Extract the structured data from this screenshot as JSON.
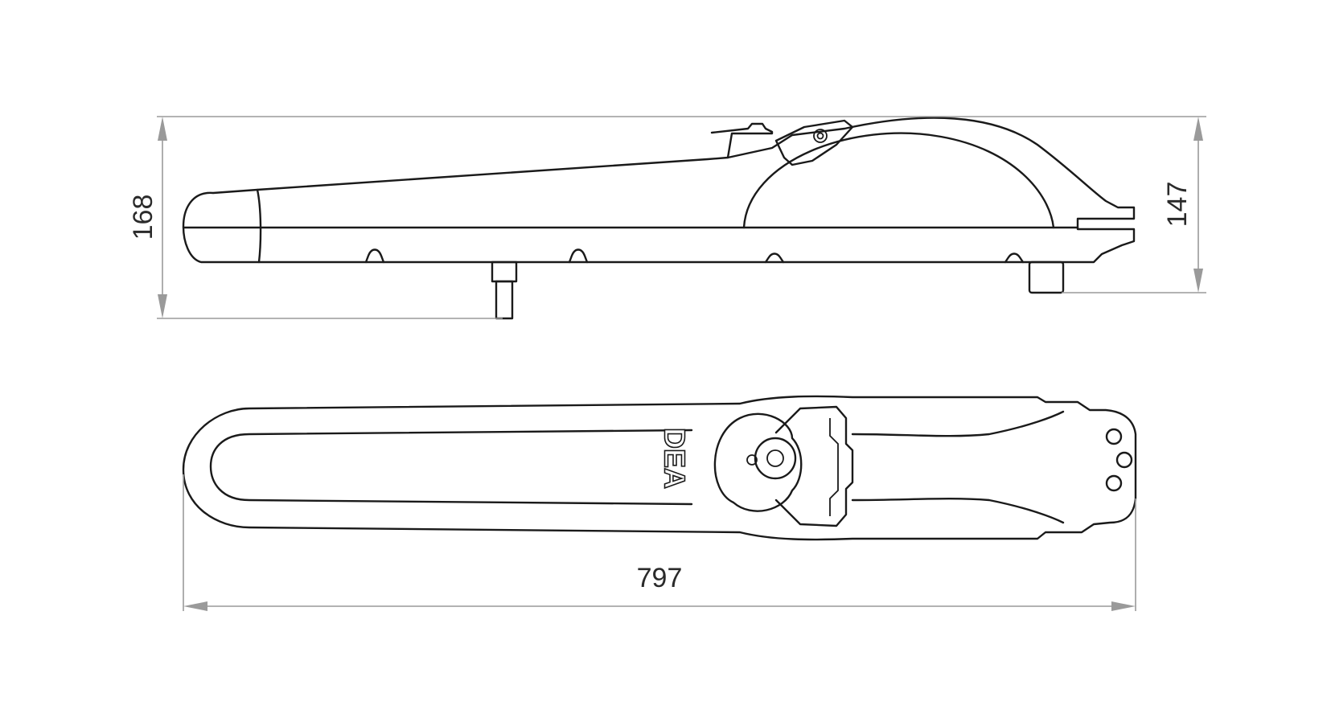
{
  "dimensions": {
    "height_left": "168",
    "height_right": "147",
    "length": "797"
  },
  "logo": {
    "text": "DEA"
  },
  "colors": {
    "outline": "#1a1a1a",
    "dimension": "#9a9a9a",
    "background": "#ffffff"
  }
}
